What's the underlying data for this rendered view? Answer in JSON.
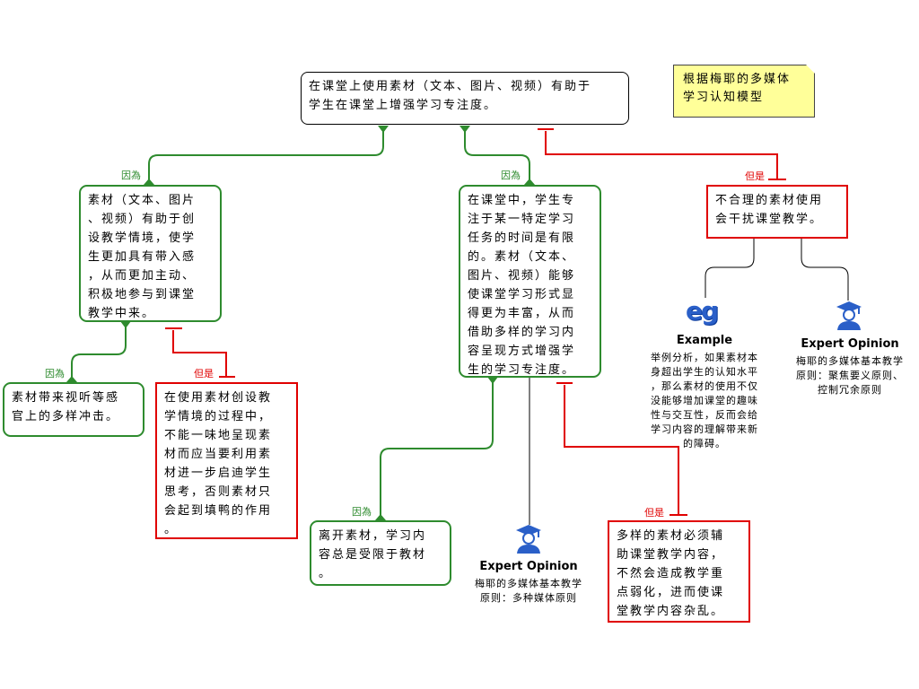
{
  "main_claim": {
    "lines": [
      "在课堂上使用素材（文本、图片、视频）有助于",
      "学生在课堂上增强学习专注度。"
    ]
  },
  "note": {
    "lines": [
      "根据梅耶的多媒体",
      "学习认知模型"
    ]
  },
  "labels": {
    "because": "因為",
    "but": "但是"
  },
  "reason_a": {
    "lines": [
      "素材（文本、图片",
      "、视频）有助于创",
      "设教学情境，使学",
      "生更加具有带入感",
      "，从而更加主动、",
      "积极地参与到课堂",
      "教学中来。"
    ]
  },
  "reason_b": {
    "lines": [
      "在课堂中，学生专",
      "注于某一特定学习",
      "任务的时间是有限",
      "的。素材（文本、",
      "图片、视频）能够",
      "使课堂学习形式显",
      "得更为丰富，从而",
      "借助多样的学习内",
      "容呈现方式增强学",
      "生的学习专注度。"
    ]
  },
  "objection_c": {
    "lines": [
      "不合理的素材使用",
      "会干扰课堂教学。"
    ]
  },
  "reason_d": {
    "lines": [
      "素材带来视听等感",
      "官上的多样冲击。"
    ]
  },
  "objection_e": {
    "lines": [
      "在使用素材创设教",
      "学情境的过程中，",
      "不能一味地呈现素",
      "材而应当要利用素",
      "材进一步启迪学生",
      "思考，否则素材只",
      "会起到填鸭的作用",
      "。"
    ]
  },
  "reason_f": {
    "lines": [
      "离开素材，学习内",
      "容总是受限于教材",
      "。"
    ]
  },
  "objection_g": {
    "lines": [
      "多样的素材必须辅",
      "助课堂教学内容，",
      "不然会造成教学重",
      "点弱化，进而使课",
      "堂教学内容杂乱。"
    ]
  },
  "example": {
    "icon_text": "eg",
    "title": "Example",
    "lines": [
      "举例分析，如果素材本",
      "身超出学生的认知水平",
      "，那么素材的使用不仅",
      "没能够增加课堂的趣味",
      "性与交互性，反而会给",
      "学习内容的理解带来新",
      "的障碍。"
    ]
  },
  "expert_right": {
    "title": "Expert Opinion",
    "lines": [
      "梅耶的多媒体基本教学",
      "原则：聚焦要义原则、",
      "控制冗余原则"
    ]
  },
  "expert_mid": {
    "title": "Expert Opinion",
    "lines": [
      "梅耶的多媒体基本教学",
      "原则：多种媒体原则"
    ]
  },
  "colors": {
    "support": "#2e8b2e",
    "oppose": "#e00000",
    "icon": "#2a5fc8"
  }
}
